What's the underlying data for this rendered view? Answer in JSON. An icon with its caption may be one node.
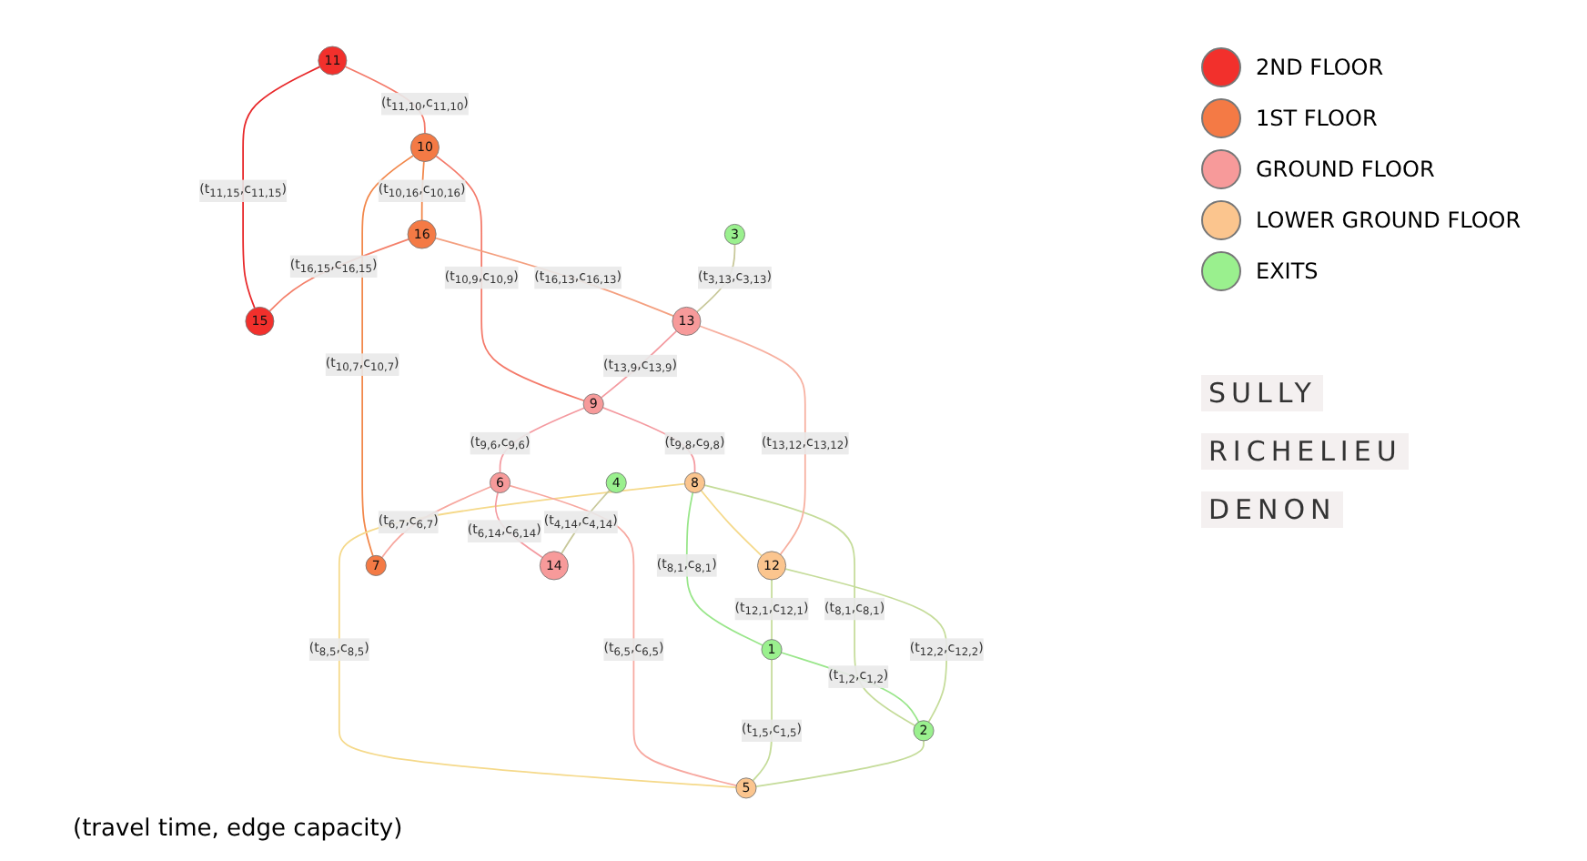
{
  "diagram": {
    "caption": "(travel time, edge capacity)",
    "nodes": [
      {
        "text": [
          "11"
        ]
      },
      {
        "text": [
          "10"
        ]
      },
      {
        "text": [
          "9"
        ]
      },
      {
        "text": [
          "8"
        ]
      },
      {
        "text": [
          "15"
        ]
      },
      {
        "text": [
          "16"
        ]
      },
      {
        "text": [
          "13"
        ]
      },
      {
        "text": [
          "12"
        ]
      },
      {
        "text": [
          "1"
        ]
      },
      {
        "text": [
          "5"
        ]
      },
      {
        "text": [
          "6"
        ]
      },
      {
        "text": [
          "7"
        ]
      },
      {
        "text": [
          "3"
        ]
      },
      {
        "text": [
          "2"
        ]
      },
      {
        "text": [
          "4"
        ]
      },
      {
        "text": [
          "14"
        ]
      }
    ],
    "edges": [
      {
        "from": 0,
        "to": 1,
        "arrow": "none",
        "label": "(t$_{11,10}$,c$_{11,10}$)",
        "color": "#f47a6a"
      },
      {
        "from": 0,
        "to": 4,
        "arrow": "none",
        "label": "(t$_{11,15}$,c$_{11,15}$)",
        "color": "#e8282a"
      },
      {
        "from": 1,
        "to": 2,
        "arrow": "none",
        "label": "(t$_{10,9}$,c$_{10,9}$)",
        "color": "#f47a6a"
      },
      {
        "from": 1,
        "to": 5,
        "arrow": "none",
        "label": "(t$_{10,16}$,c$_{10,16}$)",
        "color": "#f2874a"
      },
      {
        "from": 1,
        "to": 11,
        "arrow": "none",
        "label": "(t$_{10,7}$,c$_{10,7}$)",
        "color": "#f2874a"
      },
      {
        "from": 2,
        "to": 3,
        "arrow": "none",
        "label": "(t$_{9,8}$,c$_{9,8}$)",
        "color": "#f49aa0"
      },
      {
        "from": 6,
        "to": 2,
        "arrow": "none",
        "label": "(t$_{13,9}$,c$_{13,9}$)",
        "color": "#f49aa0"
      },
      {
        "from": 2,
        "to": 10,
        "arrow": "none",
        "label": "(t$_{9,6}$,c$_{9,6}$)",
        "color": "#f49aa0"
      },
      {
        "from": 3,
        "to": 9,
        "arrow": "none",
        "label": "(t$_{8,5}$,c$_{8,5}$)",
        "color": "#f5d98a"
      },
      {
        "from": 3,
        "to": 8,
        "arrow": "none",
        "label": "(t$_{8,1}$,c$_{8,1}$)",
        "color": "#99e68a"
      },
      {
        "from": 3,
        "to": 13,
        "arrow": "none",
        "label": "(t$_{8,1}$,c$_{8,1}$)",
        "color": "#c5dc9a"
      },
      {
        "from": 3,
        "to": 7,
        "arrow": "none",
        "color": "#f5d98a"
      },
      {
        "from": 5,
        "to": 6,
        "arrow": "none",
        "label": "(t$_{16,13}$,c$_{16,13}$)",
        "color": "#f4a080"
      },
      {
        "from": 6,
        "to": 7,
        "arrow": "none",
        "label": "(t$_{13,12}$,c$_{13,12}$)",
        "color": "#f7b0a0"
      },
      {
        "from": 10,
        "to": 9,
        "arrow": "none",
        "label": "(t$_{6,5}$,c$_{6,5}$)",
        "color": "#f7a8a0"
      },
      {
        "from": 5,
        "to": 4,
        "arrow": "none",
        "label": "(t$_{16,15}$,c$_{16,15}$)",
        "color": "#f4806a"
      },
      {
        "from": 7,
        "to": 8,
        "arrow": "none",
        "label": "(t$_{12,1}$,c$_{12,1}$)",
        "color": "#c5dc9a"
      },
      {
        "from": 8,
        "to": 9,
        "arrow": "none",
        "label": "(t$_{1,5}$,c$_{1,5}$)",
        "color": "#c5dc9a"
      },
      {
        "from": 10,
        "to": 11,
        "arrow": "none",
        "label": "(t$_{6,7}$,c$_{6,7}$)",
        "color": "#f7a8a0"
      },
      {
        "from": 8,
        "to": 13,
        "arrow": "none",
        "label": "(t$_{1,2}$,c$_{1,2}$)",
        "color": "#99e68a"
      },
      {
        "from": 7,
        "to": 13,
        "arrow": "none",
        "label": "(t$_{12,2}$,c$_{12,2}$)",
        "color": "#c5dc9a"
      },
      {
        "from": 12,
        "to": 6,
        "arrow": "none",
        "label": "(t$_{3,13}$,c$_{3,13}$)",
        "color": "#c8c89a"
      },
      {
        "from": 10,
        "to": 15,
        "arrow": "none",
        "label": "(t$_{6,14}$,c$_{6,14}$)",
        "color": "#f49aa0"
      },
      {
        "from": 14,
        "to": 15,
        "arrow": "none",
        "label": "(t$_{4,14}$,c$_{4,14}$)",
        "color": "#c8c89a"
      },
      {
        "from": 13,
        "to": 9,
        "arrow": "none",
        "color": "#c5dc9a"
      }
    ],
    "labels": [
      "SULLY",
      "RICHELIEU",
      "DENON"
    ],
    "legend": [
      {
        "text": "2ND FLOOR",
        "color": "#f2302c"
      },
      {
        "text": "1ST FLOOR",
        "color": "#f47a45"
      },
      {
        "text": "GROUND FLOOR",
        "color": "#f79a9a"
      },
      {
        "text": "LOWER GROUND FLOOR",
        "color": "#fbc58e"
      },
      {
        "text": "EXITS",
        "color": "#9af08e"
      }
    ]
  }
}
